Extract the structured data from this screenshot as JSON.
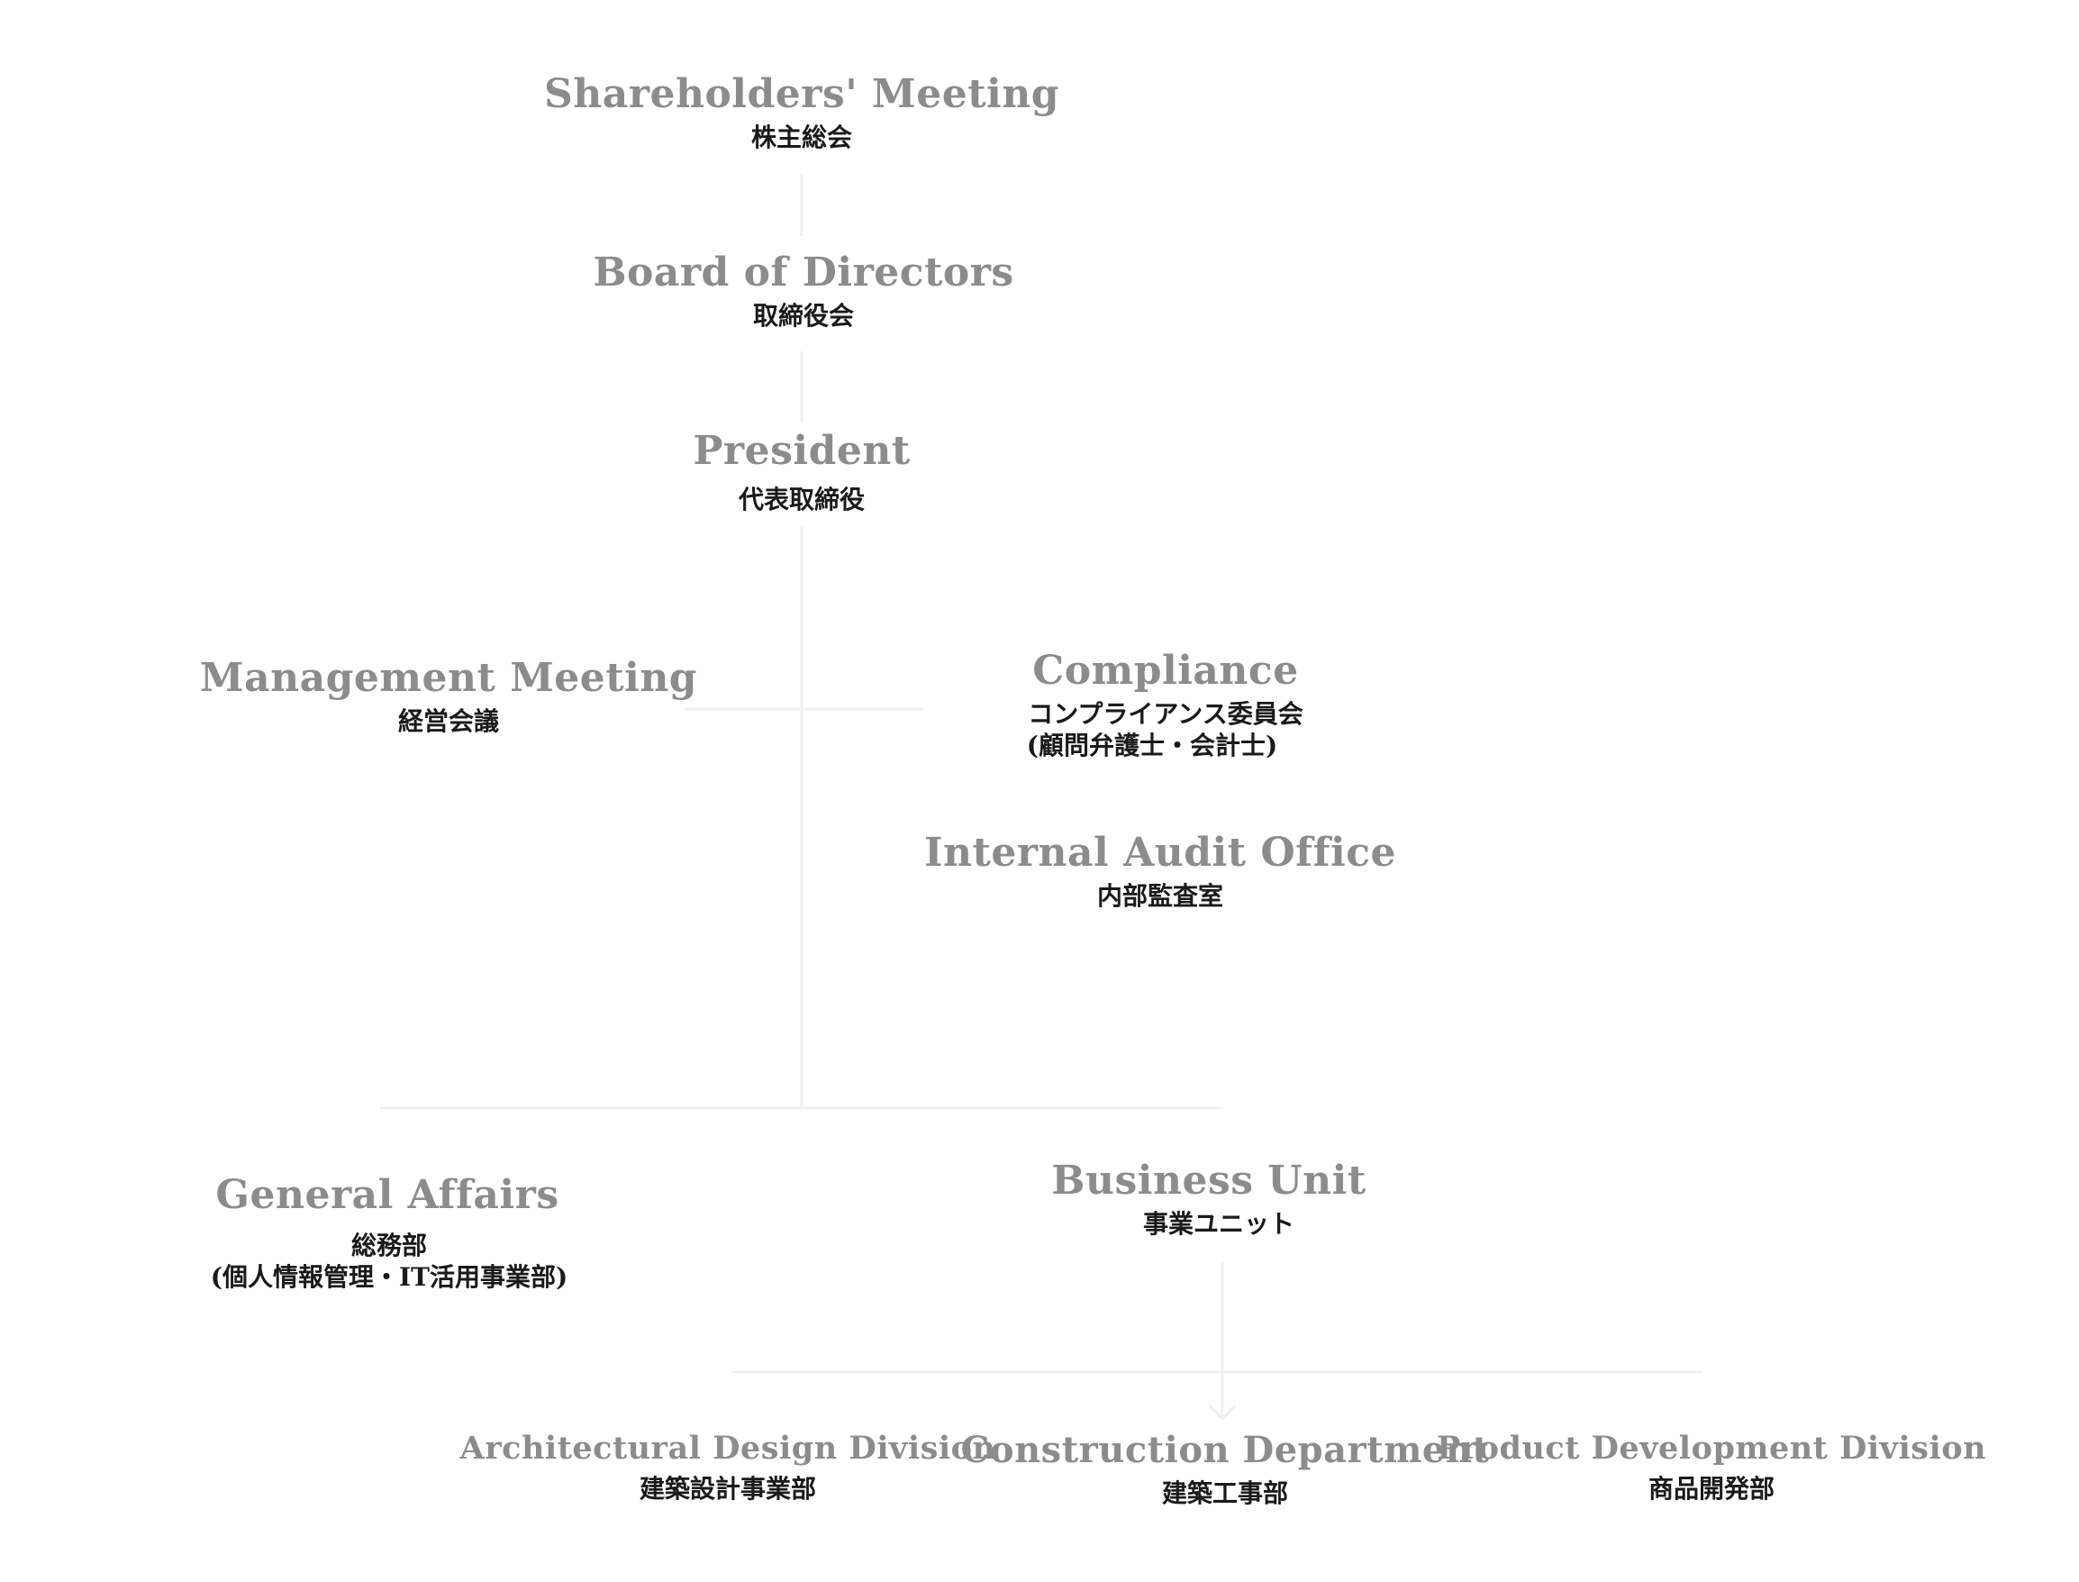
{
  "nodes": {
    "shareholders": {
      "en": "Shareholders' Meeting",
      "jp": "株主総会"
    },
    "board": {
      "en": "Board of Directors",
      "jp": "取締役会"
    },
    "president": {
      "en": "President",
      "jp": "代表取締役"
    },
    "management": {
      "en": "Management Meeting",
      "jp": "経営会議"
    },
    "compliance": {
      "en": "Compliance",
      "jp": "コンプライアンス委員会",
      "jp_sub": "(顧問弁護士・会計士)"
    },
    "audit": {
      "en": "Internal Audit Office",
      "jp": "内部監査室"
    },
    "general": {
      "en": "General Affairs",
      "jp": "総務部",
      "jp_sub": "(個人情報管理・IT活用事業部)"
    },
    "business": {
      "en": "Business Unit",
      "jp": "事業ユニット"
    },
    "architectural": {
      "en": "Architectural Design Division",
      "jp": "建築設計事業部"
    },
    "construction": {
      "en": "Construction Department",
      "jp": "建築工事部"
    },
    "product": {
      "en": "Product Development Division",
      "jp": "商品開発部"
    }
  },
  "colors": {
    "english_label": "#8c8c8c",
    "japanese_label": "#1a1a1a",
    "connector": "#efefef",
    "background": "#ffffff"
  }
}
